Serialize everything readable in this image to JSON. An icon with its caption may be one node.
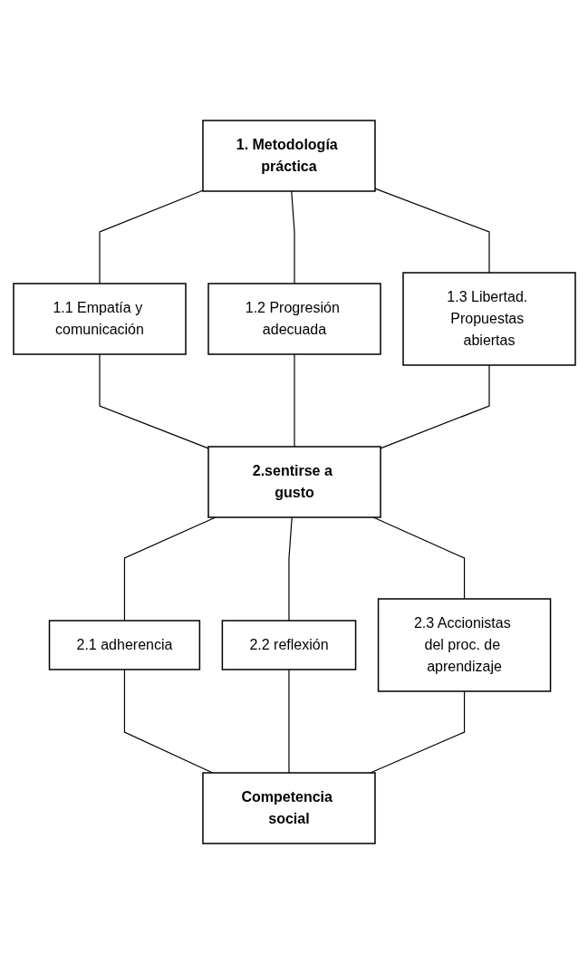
{
  "diagram": {
    "nodes": [
      {
        "text": [
          "1. Metodología práctica"
        ]
      },
      {
        "text": [
          "1.1 Empatía y comunicación"
        ]
      },
      {
        "text": [
          "1.2 Progresión adecuada"
        ]
      },
      {
        "text": [
          "1.3 Libertad. Propuestas abiertas"
        ]
      },
      {
        "text": [
          "2.sentirse a gusto"
        ]
      },
      {
        "text": [
          "2.1 adherencia"
        ]
      },
      {
        "text": [
          "2.2 reflexión"
        ]
      },
      {
        "text": [
          "2.3 Accionistas del proc. de aprendizaje"
        ]
      },
      {
        "text": [
          "Competencia social"
        ]
      }
    ],
    "edges": [
      {
        "from": 0,
        "to": 1,
        "arrow": "none"
      },
      {
        "from": 0,
        "to": 2,
        "arrow": "none"
      },
      {
        "from": 0,
        "to": 3,
        "arrow": "none"
      },
      {
        "from": 1,
        "to": 4,
        "arrow": "none"
      },
      {
        "from": 2,
        "to": 4,
        "arrow": "none"
      },
      {
        "from": 3,
        "to": 4,
        "arrow": "none"
      },
      {
        "from": 4,
        "to": 5,
        "arrow": "none"
      },
      {
        "from": 4,
        "to": 6,
        "arrow": "none"
      },
      {
        "from": 4,
        "to": 7,
        "arrow": "none"
      },
      {
        "from": 5,
        "to": 8,
        "arrow": "none"
      },
      {
        "from": 6,
        "to": 8,
        "arrow": "none"
      },
      {
        "from": 7,
        "to": 8,
        "arrow": "none"
      }
    ]
  }
}
